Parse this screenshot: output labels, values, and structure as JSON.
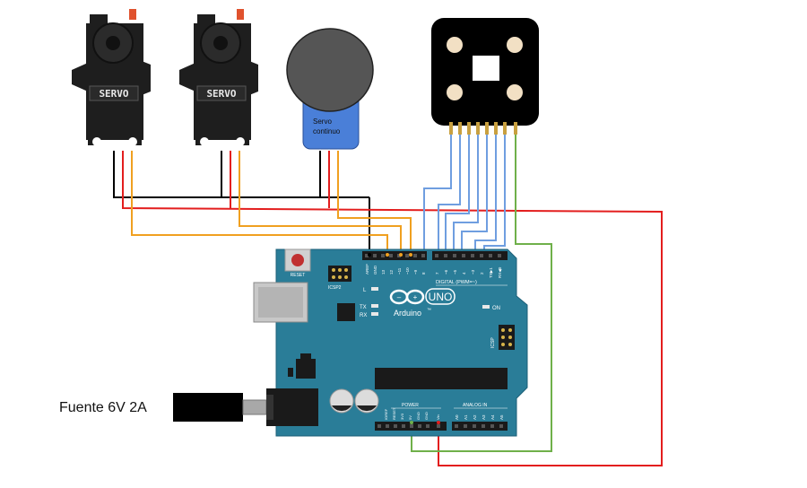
{
  "servos": [
    {
      "label": "SERVO"
    },
    {
      "label": "SERVO"
    }
  ],
  "continuous_servo": {
    "label_line1": "Servo",
    "label_line2": "continuo"
  },
  "power_supply": {
    "label": "Fuente 6V 2A"
  },
  "arduino": {
    "brand": "Arduino",
    "model": "UNO",
    "tm": "™",
    "reset_label": "RESET",
    "icsp2_label": "ICSP2",
    "icsp_label": "ICSP",
    "led_l": "L",
    "led_tx": "TX",
    "led_rx": "RX",
    "on_label": "ON",
    "digital_label": "DIGITAL (PWM=~)",
    "power_label": "POWER",
    "analog_label": "ANALOG IN",
    "top_pins": [
      "AREF",
      "GND",
      "13",
      "12",
      "~11",
      "~10",
      "~9",
      "8",
      "7",
      "~6",
      "~5",
      "4",
      "~3",
      "2",
      "TX▶1",
      "RX◀0"
    ],
    "power_pins": [
      "IOREF",
      "RESET",
      "3V3",
      "5V",
      "GND",
      "GND",
      "Vin"
    ],
    "analog_pins": [
      "A0",
      "A1",
      "A2",
      "A3",
      "A4",
      "A5"
    ]
  },
  "colors": {
    "board": "#2a7d98",
    "wire_black": "#000000",
    "wire_red": "#e31e1e",
    "wire_orange": "#f0a020",
    "wire_blue": "#6f9ee0",
    "wire_green": "#6fb04a",
    "servo_body": "#1e1e1e",
    "cont_servo_body": "#4a7fd8"
  }
}
